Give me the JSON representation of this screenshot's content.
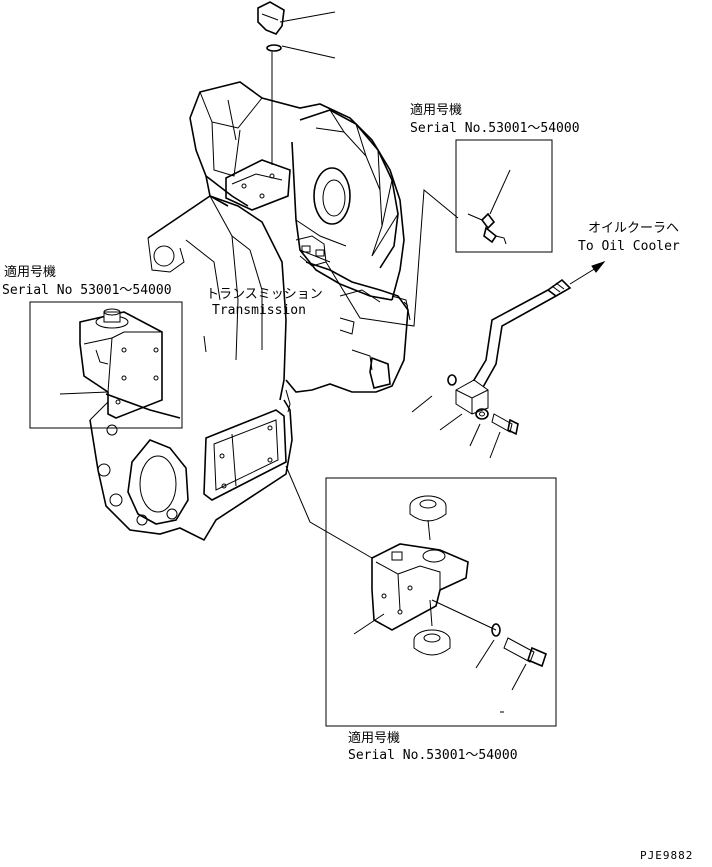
{
  "annotations": {
    "applicable_label": "適用号機",
    "serial_a": "Serial No.53001～54000",
    "serial_b": "Serial No 53001～54000",
    "transmission_ja": "トランスミッション",
    "transmission_en": "Transmission",
    "oil_cooler_ja": "オイルクーラヘ",
    "oil_cooler_en": "To Oil Cooler",
    "drawing_code": "PJE9882"
  }
}
